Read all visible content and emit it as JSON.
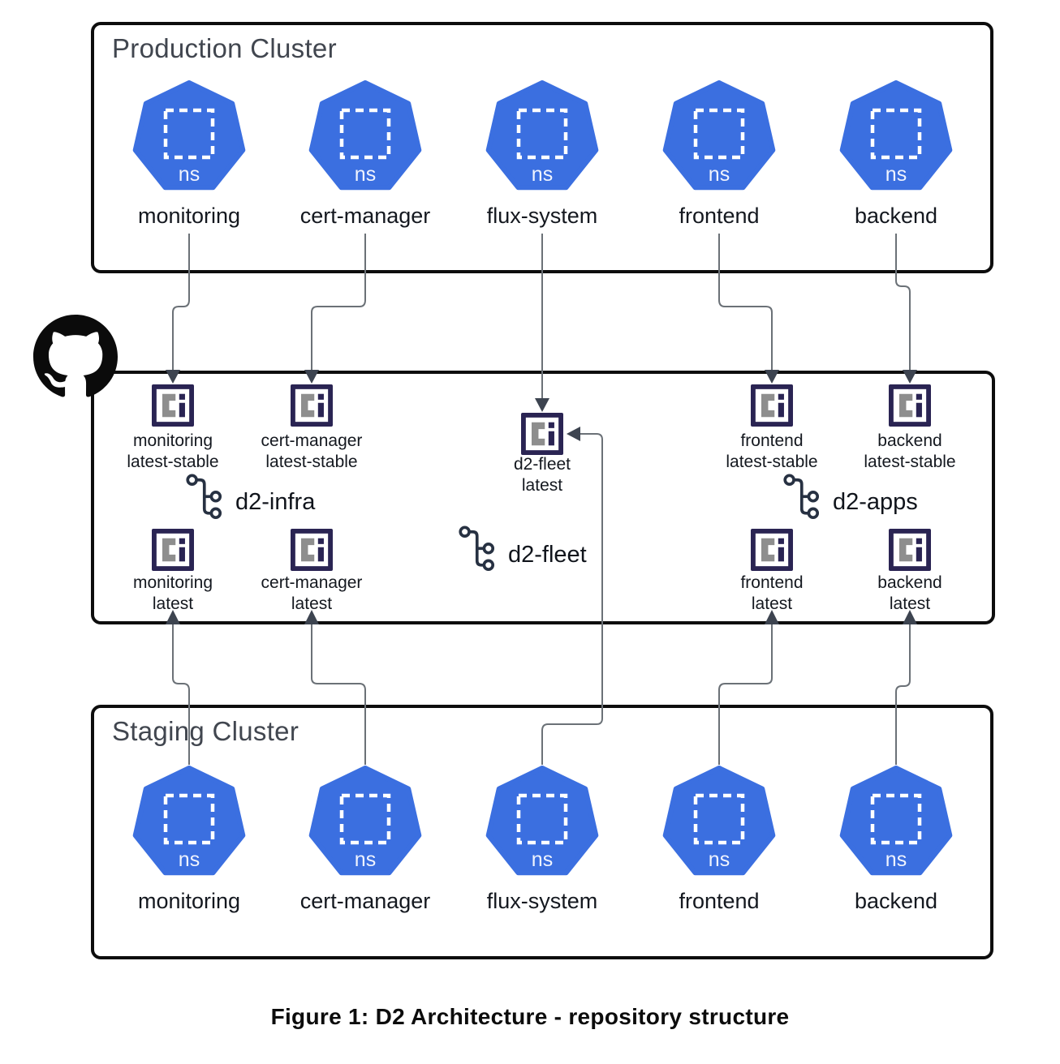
{
  "figure": {
    "caption": "Figure 1: D2 Architecture - repository structure"
  },
  "production_cluster": {
    "title": "Production Cluster",
    "namespace_icon_label": "ns",
    "namespaces": [
      "monitoring",
      "cert-manager",
      "flux-system",
      "frontend",
      "backend"
    ]
  },
  "staging_cluster": {
    "title": "Staging Cluster",
    "namespace_icon_label": "ns",
    "namespaces": [
      "monitoring",
      "cert-manager",
      "flux-system",
      "frontend",
      "backend"
    ]
  },
  "repositories": {
    "provider_icon": "github-octocat-logo",
    "branches": [
      "d2-infra",
      "d2-fleet",
      "d2-apps"
    ],
    "ci_tags": {
      "latest_stable_row": [
        {
          "repo": "monitoring",
          "tag": "latest-stable"
        },
        {
          "repo": "cert-manager",
          "tag": "latest-stable"
        },
        {
          "repo": "frontend",
          "tag": "latest-stable"
        },
        {
          "repo": "backend",
          "tag": "latest-stable"
        }
      ],
      "fleet": {
        "repo": "d2-fleet",
        "tag": "latest"
      },
      "latest_row": [
        {
          "repo": "monitoring",
          "tag": "latest"
        },
        {
          "repo": "cert-manager",
          "tag": "latest"
        },
        {
          "repo": "frontend",
          "tag": "latest"
        },
        {
          "repo": "backend",
          "tag": "latest"
        }
      ]
    }
  },
  "edges": [
    {
      "from": "production.monitoring",
      "to": "d2-infra monitoring:latest-stable"
    },
    {
      "from": "production.cert-manager",
      "to": "d2-infra cert-manager:latest-stable"
    },
    {
      "from": "production.flux-system",
      "to": "d2-fleet:latest"
    },
    {
      "from": "production.frontend",
      "to": "d2-apps frontend:latest-stable"
    },
    {
      "from": "production.backend",
      "to": "d2-apps backend:latest-stable"
    },
    {
      "from": "staging.monitoring",
      "to": "d2-infra monitoring:latest"
    },
    {
      "from": "staging.cert-manager",
      "to": "d2-infra cert-manager:latest"
    },
    {
      "from": "staging.flux-system",
      "to": "d2-fleet:latest"
    },
    {
      "from": "staging.frontend",
      "to": "d2-apps frontend:latest"
    },
    {
      "from": "staging.backend",
      "to": "d2-apps backend:latest"
    }
  ],
  "colors": {
    "namespace_blue": "#3B6FE0",
    "ci_navy": "#2A2453",
    "ci_gray": "#8E8E8E",
    "box_border": "#0D0D0D",
    "connector_gray": "#6B7177",
    "arrowhead": "#3D4450",
    "cluster_title": "#41464F"
  }
}
